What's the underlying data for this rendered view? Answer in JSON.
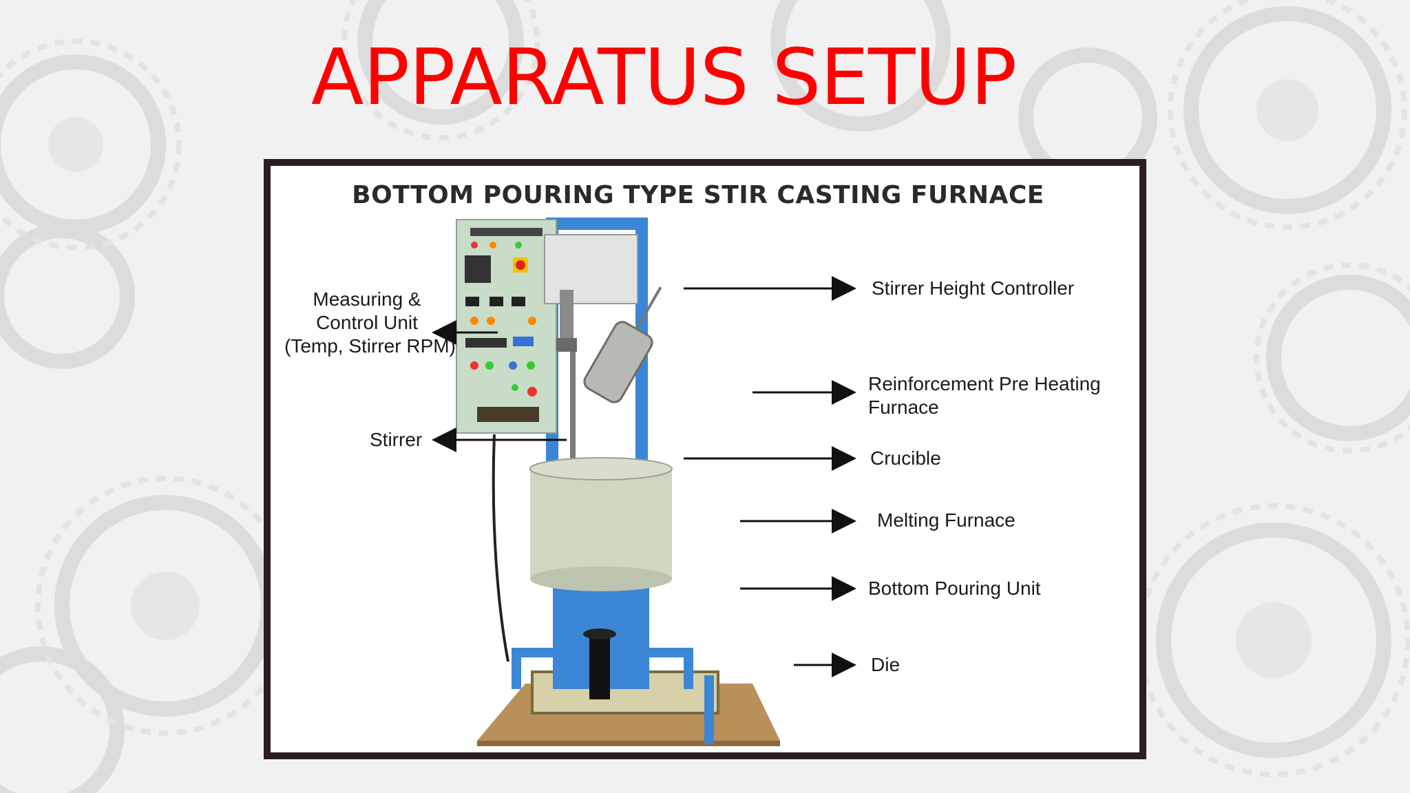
{
  "title": "APPARATUS SETUP",
  "figure": {
    "heading": "BOTTOM POURING TYPE STIR CASTING FURNACE",
    "callouts": {
      "measuring": [
        "Measuring &",
        "Control Unit",
        "(Temp, Stirrer RPM)"
      ],
      "stirrer": "Stirrer",
      "stirrer_height": "Stirrer Height Controller",
      "reinforcement": [
        "Reinforcement Pre Heating",
        "Furnace"
      ],
      "crucible": "Crucible",
      "melting": "Melting Furnace",
      "bottom_pouring": "Bottom Pouring Unit",
      "die": "Die"
    }
  },
  "colors": {
    "title": "#ff0000",
    "frame": "#2b1d20",
    "cabinet": "#c9dcc8",
    "blue_frame": "#3b86d6",
    "furnace_body": "#cfd6c2",
    "table": "#b8905a"
  }
}
